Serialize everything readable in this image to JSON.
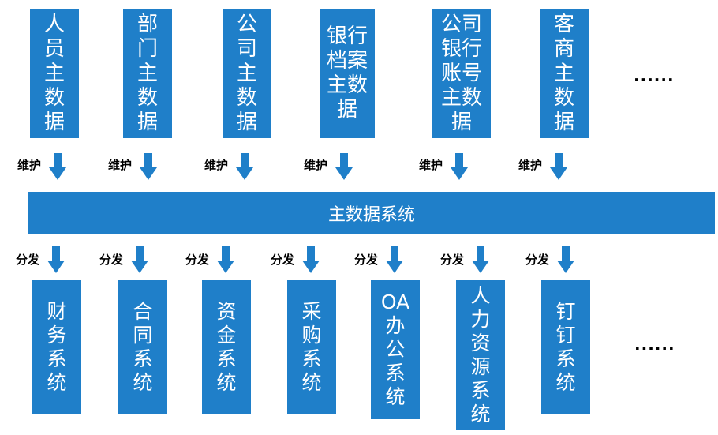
{
  "top_boxes": [
    {
      "label": "人员主数据"
    },
    {
      "label": "部门主数据"
    },
    {
      "label": "公司主数据"
    },
    {
      "label": "银行档案主数据"
    },
    {
      "label": "公司银行账号主数据"
    },
    {
      "label": "客商主数据"
    }
  ],
  "top_ellipsis": "......",
  "maintain_label": "维护",
  "bus": {
    "label": "主数据系统"
  },
  "distribute_label": "分发",
  "bottom_boxes": [
    {
      "label": "财务系统"
    },
    {
      "label": "合同系统"
    },
    {
      "label": "资金系统"
    },
    {
      "label": "采购系统"
    },
    {
      "label": "OA办公系统"
    },
    {
      "label": "人力资源系统"
    },
    {
      "label": "钉钉系统"
    }
  ],
  "bottom_ellipsis": "......",
  "colors": {
    "box_fill": "#1f7fc9",
    "arrow_fill": "#1f7fc9",
    "text": "#ffffff"
  }
}
